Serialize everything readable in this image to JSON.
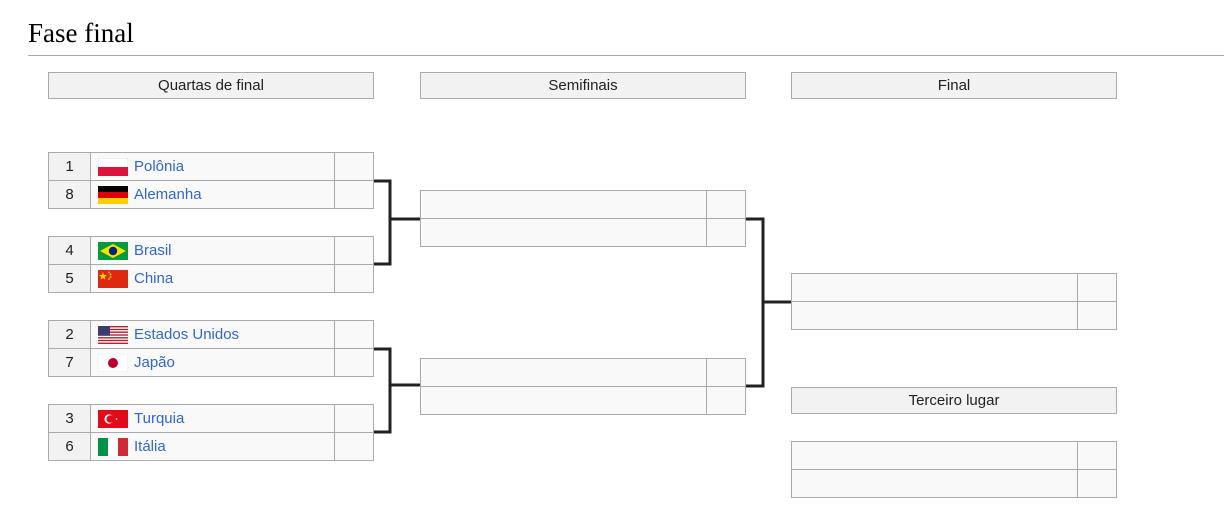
{
  "page": {
    "title": "Fase final"
  },
  "rounds": [
    {
      "label": "Quartas de final"
    },
    {
      "label": "Semifinais"
    },
    {
      "label": "Final"
    },
    {
      "label": "Terceiro lugar"
    }
  ],
  "quarterfinals": [
    {
      "seed": "1",
      "team": "Polônia",
      "flag": "poland-flag-icon"
    },
    {
      "seed": "8",
      "team": "Alemanha",
      "flag": "germany-flag-icon"
    },
    {
      "seed": "4",
      "team": "Brasil",
      "flag": "brazil-flag-icon"
    },
    {
      "seed": "5",
      "team": "China",
      "flag": "china-flag-icon"
    },
    {
      "seed": "2",
      "team": "Estados Unidos",
      "flag": "usa-flag-icon"
    },
    {
      "seed": "7",
      "team": "Japão",
      "flag": "japan-flag-icon"
    },
    {
      "seed": "3",
      "team": "Turquia",
      "flag": "turkey-flag-icon"
    },
    {
      "seed": "6",
      "team": "Itália",
      "flag": "italy-flag-icon"
    }
  ],
  "colors": {
    "link": "#3366cc",
    "header_bg": "#f2f2f2",
    "cell_bg": "#f9f9f9",
    "border": "#aaaaaa",
    "connector": "#202122"
  }
}
